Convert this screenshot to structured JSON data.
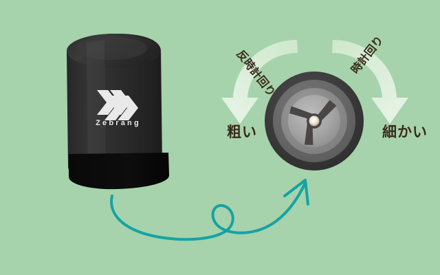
{
  "scene": {
    "title": "Zebrang grinder cap dial adjustment diagram",
    "background_color": "#a6d3ac"
  },
  "product": {
    "name": "Zebrang",
    "brand_label": "Zebrang",
    "logo_icon": "zebrang-chevron-logo",
    "body_color": "#2b2b2b",
    "base_color": "#0a0a0a",
    "logo_color": "#e8e8e8"
  },
  "dial": {
    "name": "grind-adjustment-dial",
    "outer_ring_color": "#3d3d3d",
    "mid_ring_color": "#6e6e6e",
    "inner_ring_color": "#8f8f8f",
    "face_color": "#a8a8a8",
    "spoke_color": "#4a4646",
    "hub_color": "#f4f0ea",
    "spoke_count": 3
  },
  "annotations": {
    "left": {
      "direction_label": "反時計回り",
      "result_label": "粗い",
      "arrow_name": "counterclockwise-arrow",
      "arrow_color": "#d8ecd6"
    },
    "right": {
      "direction_label": "時計回り",
      "result_label": "細かい",
      "arrow_name": "clockwise-arrow",
      "arrow_color": "#e4f1e2"
    }
  },
  "pointer": {
    "name": "teal-curved-pointer-arrow",
    "color": "#15a3a3",
    "stroke_width": 4
  },
  "text_color": "#3a2a1c"
}
